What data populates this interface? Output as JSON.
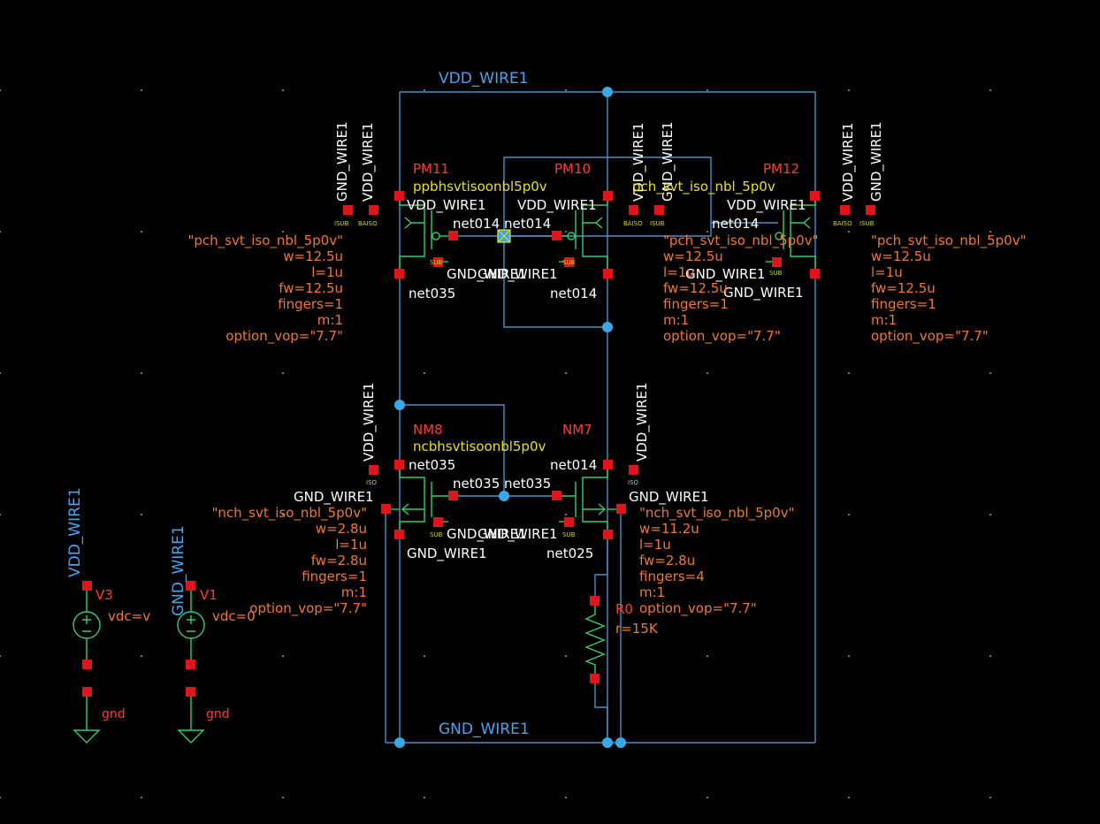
{
  "nets": {
    "vdd": "VDD_WIRE1",
    "gnd": "GND_WIRE1",
    "net014": "net014",
    "net035": "net035",
    "net025": "net025",
    "gnd_sym": "gnd"
  },
  "cells": {
    "pch": "\"pch_svt_iso_nbl_5p0v\"",
    "nch": "\"nch_svt_iso_nbl_5p0v\"",
    "pch_overlap": "ppbhsvtisoonbl5p0v",
    "nch_overlap": "ncbhsvtisoonbl5p0v",
    "pch_plain": "pch_svt_iso_nbl_5p0v"
  },
  "instances": {
    "pm11": "PM11",
    "pm10": "PM10",
    "pm12": "PM12",
    "nm8": "NM8",
    "nm7": "NM7",
    "r0": "R0",
    "v3": "V3",
    "v1": "V1"
  },
  "params": {
    "pm11": [
      "w=12.5u",
      "l=1u",
      "fw=12.5u",
      "fingers=1",
      "m:1",
      "option_vop=\"7.7\""
    ],
    "pm10": [
      "w=12.5u",
      "l=1u",
      "fw=12.5u",
      "fingers=1",
      "m:1",
      "option_vop=\"7.7\""
    ],
    "pm12": [
      "w=12.5u",
      "l=1u",
      "fw=12.5u",
      "fingers=1",
      "m:1",
      "option_vop=\"7.7\""
    ],
    "nm8": [
      "w=2.8u",
      "l=1u",
      "fw=2.8u",
      "fingers=1",
      "m:1",
      "option_vop=\"7.7\""
    ],
    "nm7": [
      "w=11.2u",
      "l=1u",
      "fw=2.8u",
      "fingers=4",
      "m:1",
      "option_vop=\"7.7\""
    ],
    "r0": "r=15K",
    "v3": "vdc=v",
    "v1": "vdc=0"
  },
  "pin_tags": {
    "isub": "ISUB",
    "baiso": "BAISO",
    "sub": "SUB",
    "iso": "ISO"
  }
}
